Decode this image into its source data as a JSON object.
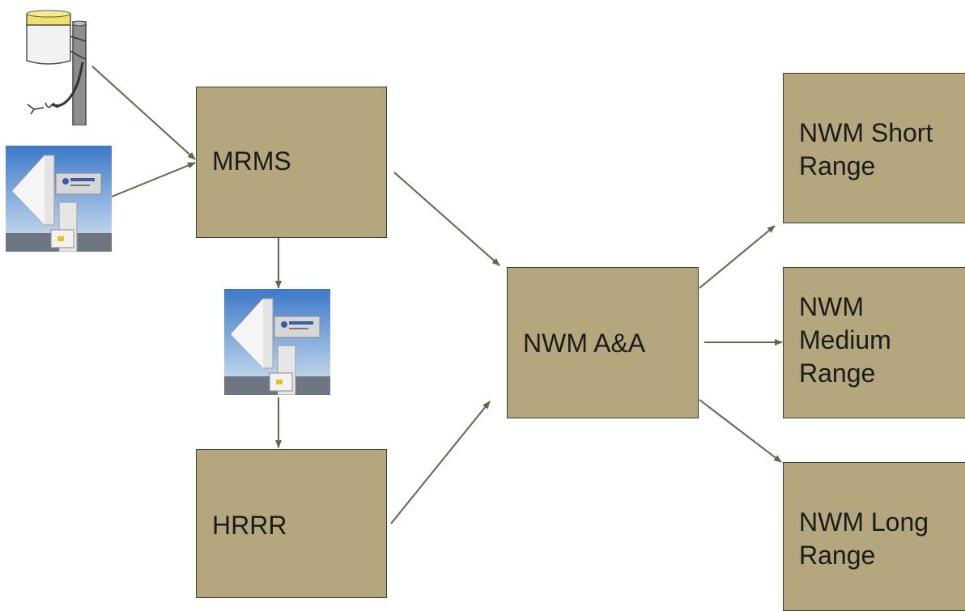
{
  "nodes": {
    "mrms": "MRMS",
    "hrrr": "HRRR",
    "nwm_aa": "NWM A&A",
    "short": "NWM Short\nRange",
    "medium": "NWM\nMedium\nRange",
    "long": "NWM Long\nRange"
  },
  "icons": {
    "gauge": "rain-gauge-icon",
    "radar": "radar-icon"
  },
  "colors": {
    "box_fill": "#b5a77d",
    "box_border": "#3e3a2c",
    "arrow": "#6b6048"
  }
}
